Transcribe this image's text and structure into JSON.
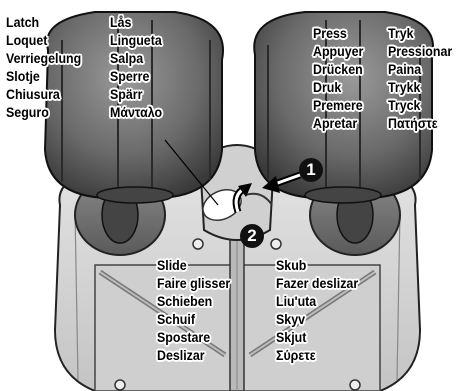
{
  "latch_labels": [
    "Latch",
    "Loquet",
    "Verriegelung",
    "Slotje",
    "Chiusura",
    "Seguro"
  ],
  "latch_labels_2": [
    "Lås",
    "Lingueta",
    "Salpa",
    "Sperre",
    "Spärr",
    "Μάνταλο"
  ],
  "press_labels": [
    "Press",
    "Appuyer",
    "Drücken",
    "Druk",
    "Premere",
    "Apretar"
  ],
  "press_labels_2": [
    "Tryk",
    "Pressionar",
    "Paina",
    "Trykk",
    "Tryck",
    "Πατήστε"
  ],
  "slide_labels": [
    "Slide",
    "Faire glisser",
    "Schieben",
    "Schuif",
    "Spostare",
    "Deslizar"
  ],
  "slide_labels_2": [
    "Skub",
    "Fazer deslizar",
    "Liu'uta",
    "Skyv",
    "Skjut",
    "Σύρετε"
  ],
  "steps": [
    "1",
    "2"
  ],
  "colors": {
    "housing": "#d7d7d7",
    "cup": "#6f6f6f",
    "dark": "#1a1a1a",
    "badge": "#111111"
  }
}
